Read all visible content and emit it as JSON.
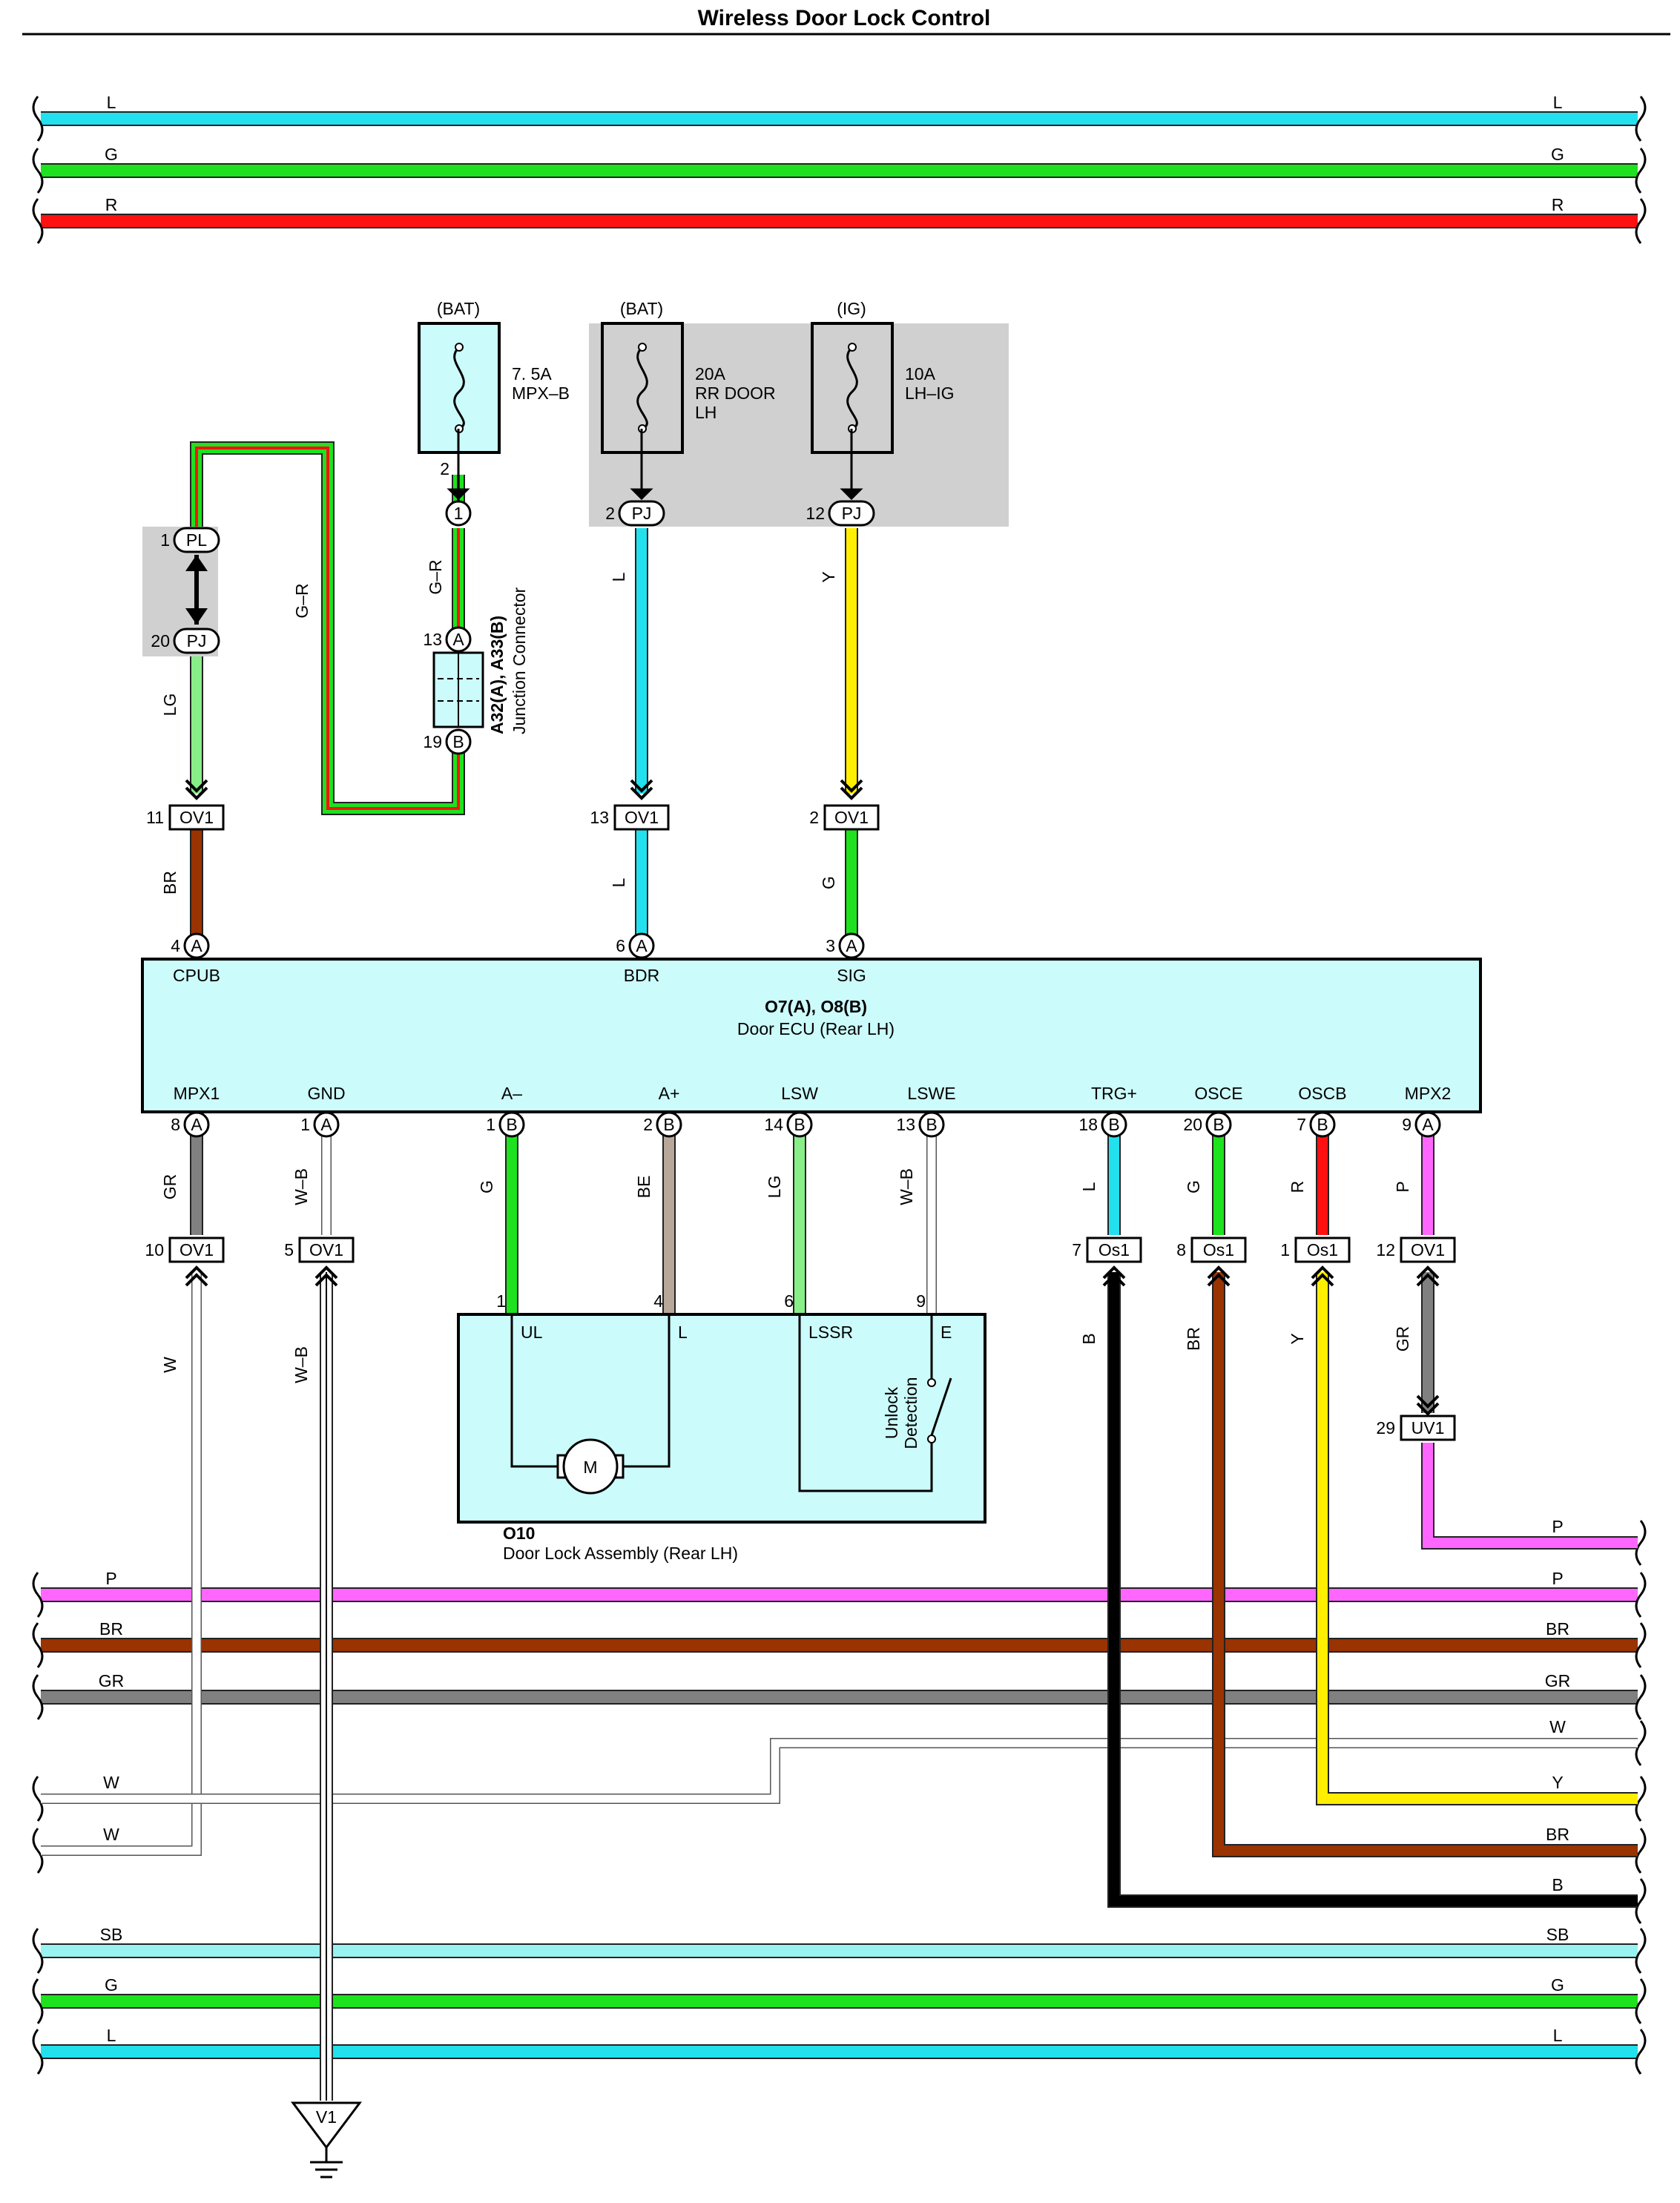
{
  "title": "Wireless Door Lock Control",
  "wire_colors": {
    "L": "#22e0ee",
    "G": "#1de21d",
    "R": "#ff1111",
    "P": "#ff66ff",
    "BR": "#993300",
    "GR": "#808080",
    "W": "#ffffff",
    "Y": "#ffee00",
    "B": "#000000",
    "SB": "#99f2f2",
    "LG": "#88ee88",
    "BE": "#b8a89a"
  },
  "top_buses": [
    {
      "id": "bus-top-l",
      "left_label": "L",
      "right_label": "L",
      "color_code": "L"
    },
    {
      "id": "bus-top-g",
      "left_label": "G",
      "right_label": "G",
      "color_code": "G"
    },
    {
      "id": "bus-top-r",
      "left_label": "R",
      "right_label": "R",
      "color_code": "R"
    }
  ],
  "mid_buses": [
    {
      "id": "bus-p",
      "left_label": "P",
      "right_label": "P",
      "color_code": "P"
    },
    {
      "id": "bus-br",
      "left_label": "BR",
      "right_label": "BR",
      "color_code": "BR"
    },
    {
      "id": "bus-gr",
      "left_label": "GR",
      "right_label": "GR",
      "color_code": "GR"
    }
  ],
  "bottom_buses": [
    {
      "id": "bus-sb",
      "left_label": "SB",
      "right_label": "SB",
      "color_code": "SB"
    },
    {
      "id": "bus-bot-g",
      "left_label": "G",
      "right_label": "G",
      "color_code": "G"
    },
    {
      "id": "bus-bot-l",
      "left_label": "L",
      "right_label": "L",
      "color_code": "L"
    }
  ],
  "right_branch_labels": {
    "p_top": "P",
    "w": "W",
    "y": "Y",
    "br": "BR",
    "b": "B"
  },
  "left_branch_labels": {
    "w1": "W",
    "w2": "W"
  },
  "fuses": [
    {
      "id": "fuse-mpxb",
      "source": "(BAT)",
      "rating": "7. 5A",
      "name": "MPX–B",
      "name2": ""
    },
    {
      "id": "fuse-rrdoor",
      "source": "(BAT)",
      "rating": "20A",
      "name": "RR DOOR",
      "name2": "LH"
    },
    {
      "id": "fuse-lhig",
      "source": "(IG)",
      "rating": "10A",
      "name": "LH–IG",
      "name2": ""
    }
  ],
  "connectors": {
    "pl": {
      "pin": "1",
      "code": "PL"
    },
    "pj_20": {
      "pin": "20",
      "code": "PJ"
    },
    "pj_2": {
      "pin": "2",
      "code": "PJ"
    },
    "pj_12": {
      "pin": "12",
      "code": "PJ"
    },
    "c1": {
      "pin": "2",
      "code": "1"
    },
    "jc_a": {
      "pin": "13",
      "code": "A"
    },
    "jc_b": {
      "pin": "19",
      "code": "B"
    },
    "ov1_11": {
      "pin": "11",
      "code": "OV1"
    },
    "ov1_13": {
      "pin": "13",
      "code": "OV1"
    },
    "ov1_2": {
      "pin": "2",
      "code": "OV1"
    },
    "ov1_10": {
      "pin": "10",
      "code": "OV1"
    },
    "ov1_5": {
      "pin": "5",
      "code": "OV1"
    },
    "os1_7": {
      "pin": "7",
      "code": "Os1"
    },
    "os1_8": {
      "pin": "8",
      "code": "Os1"
    },
    "os1_1": {
      "pin": "1",
      "code": "Os1"
    },
    "ov1_12": {
      "pin": "12",
      "code": "OV1"
    },
    "uv1_29": {
      "pin": "29",
      "code": "UV1"
    }
  },
  "junction_connector": {
    "code": "A32(A), A33(B)",
    "name": "Junction Connector"
  },
  "wire_labels": {
    "gr_loop": "G–R",
    "gr_short": "G–R",
    "lg_upper": "LG",
    "br_cpub": "BR",
    "l_bdr_upper": "L",
    "l_bdr_lower": "L",
    "y_sig": "Y",
    "g_sig": "G",
    "mpx1": "GR",
    "gnd": "W–B",
    "a_minus": "G",
    "a_plus": "BE",
    "lsw": "LG",
    "lswe": "W–B",
    "trg": "L",
    "osce": "G",
    "oscb": "R",
    "mpx2": "P",
    "w_low": "W",
    "wb_low": "W–B",
    "b_low": "B",
    "br_low": "BR",
    "y_low": "Y",
    "gr_low": "GR"
  },
  "ecu": {
    "code": "O7(A), O8(B)",
    "name": "Door ECU (Rear LH)",
    "top_pins": [
      {
        "name": "CPUB",
        "num": "4",
        "conn": "A"
      },
      {
        "name": "BDR",
        "num": "6",
        "conn": "A"
      },
      {
        "name": "SIG",
        "num": "3",
        "conn": "A"
      }
    ],
    "bottom_pins": [
      {
        "name": "MPX1",
        "num": "8",
        "conn": "A"
      },
      {
        "name": "GND",
        "num": "1",
        "conn": "A"
      },
      {
        "name": "A–",
        "num": "1",
        "conn": "B"
      },
      {
        "name": "A+",
        "num": "2",
        "conn": "B"
      },
      {
        "name": "LSW",
        "num": "14",
        "conn": "B"
      },
      {
        "name": "LSWE",
        "num": "13",
        "conn": "B"
      },
      {
        "name": "TRG+",
        "num": "18",
        "conn": "B"
      },
      {
        "name": "OSCE",
        "num": "20",
        "conn": "B"
      },
      {
        "name": "OSCB",
        "num": "7",
        "conn": "B"
      },
      {
        "name": "MPX2",
        "num": "9",
        "conn": "A"
      }
    ]
  },
  "door_lock": {
    "code": "O10",
    "name": "Door Lock Assembly (Rear LH)",
    "pins": [
      {
        "num": "1",
        "name": "UL"
      },
      {
        "num": "4",
        "name": "L"
      },
      {
        "num": "6",
        "name": "LSSR"
      },
      {
        "num": "9",
        "name": "E"
      }
    ],
    "motor": "M",
    "switch_label_1": "Unlock",
    "switch_label_2": "Detection"
  },
  "ground": {
    "code": "V1"
  }
}
